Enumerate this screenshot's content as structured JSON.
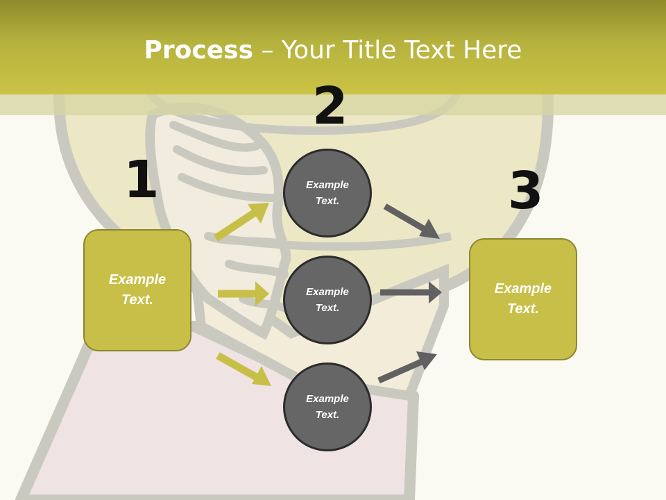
{
  "title": {
    "bold": "Process",
    "rest": " – Your Title Text Here"
  },
  "steps": {
    "one": {
      "number": "1",
      "box_text": "Example Text."
    },
    "two": {
      "number": "2",
      "circles": [
        {
          "text": "Example Text."
        },
        {
          "text": "Example Text."
        },
        {
          "text": "Example Text."
        }
      ]
    },
    "three": {
      "number": "3",
      "box_text": "Example Text."
    }
  },
  "colors": {
    "header": "#b6b23e",
    "box_fill": "#c8bf48",
    "circle_fill": "#666666",
    "arrow_yellow": "#c8bf48",
    "arrow_gray": "#616161"
  }
}
